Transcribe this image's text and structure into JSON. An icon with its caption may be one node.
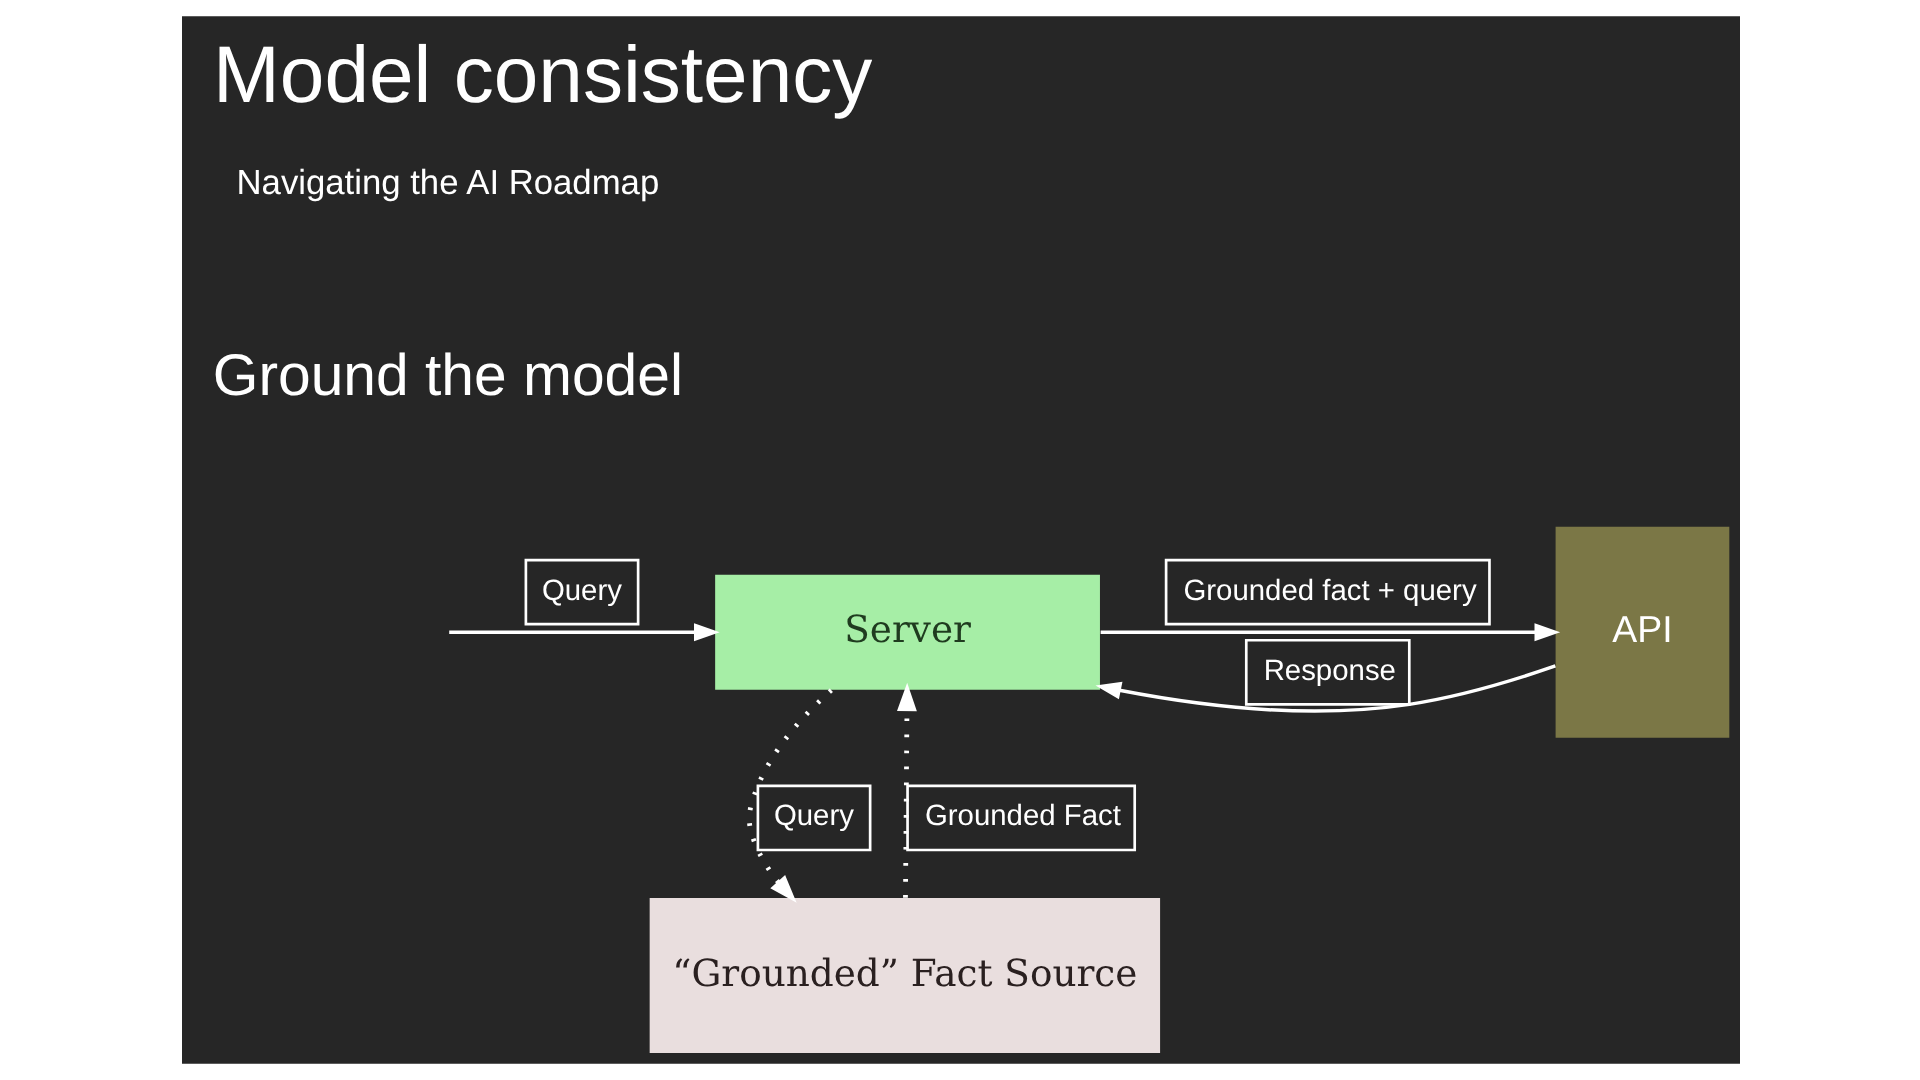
{
  "diagram": {
    "title": "Model consistency",
    "nodes": [
      {
        "text": [
          "Server"
        ]
      },
      {
        "text": [
          "“Grounded” Fact Source"
        ]
      },
      {
        "text": [
          "API"
        ]
      }
    ],
    "edges": [
      {
        "from": null,
        "to": 0,
        "arrow": "to",
        "label": "Query"
      },
      {
        "from": 0,
        "to": 2,
        "arrow": "to",
        "label": "Grounded fact + query"
      },
      {
        "from": 2,
        "to": 0,
        "arrow": "to",
        "label": "Response"
      },
      {
        "from": 0,
        "to": 1,
        "arrow": "to",
        "label": "Query",
        "style": "dashed"
      },
      {
        "from": 1,
        "to": 0,
        "arrow": "to",
        "label": "Grounded Fact",
        "style": "dashed"
      }
    ],
    "labels": [
      "Navigating the AI Roadmap",
      "Ground the model"
    ]
  }
}
